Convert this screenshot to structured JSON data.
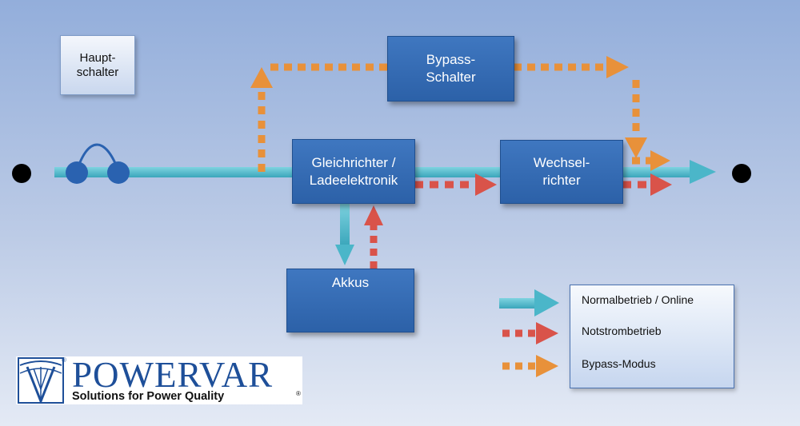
{
  "blocks": {
    "main_switch": "Haupt-\nschalter",
    "bypass_switch": "Bypass-\nSchalter",
    "rectifier": "Gleichrichter /\nLadeelektronik",
    "inverter": "Wechsel-\nrichter",
    "batteries": "Akkus"
  },
  "legend": {
    "normal": "Normalbetrieb / Online",
    "emergency": "Notstrombetrieb",
    "bypass": "Bypass-Modus"
  },
  "logo": {
    "wordmark": "POWERVAR",
    "tagline": "Solutions for Power Quality",
    "registered": "®"
  },
  "colors": {
    "normal_flow": "#4bb6c9",
    "emergency_flow": "#d9534a",
    "bypass_flow": "#e8913a",
    "block_blue": "#2f66ad",
    "brand_blue": "#1e4f99"
  }
}
